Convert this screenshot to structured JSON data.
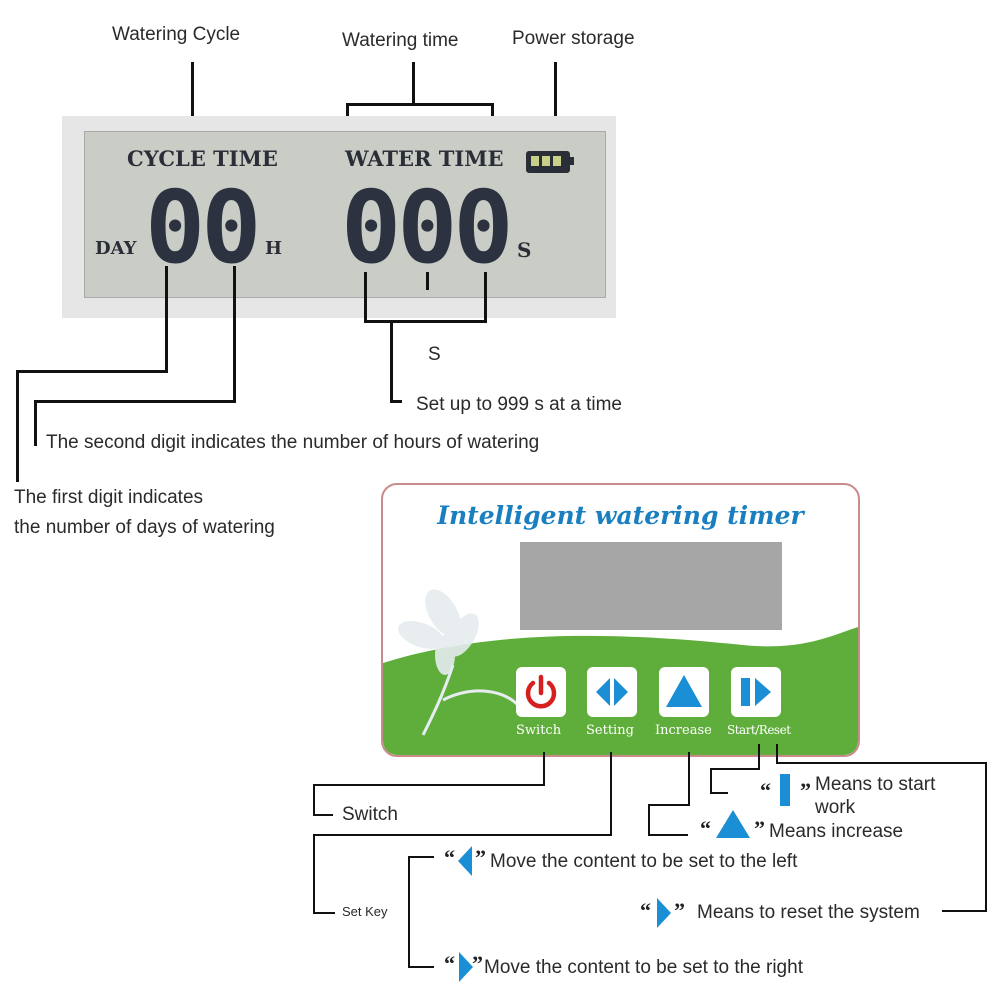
{
  "top_labels": {
    "watering_cycle": "Watering Cycle",
    "watering_time": "Watering time",
    "power_storage": "Power storage"
  },
  "lcd": {
    "cycle_time": "CYCLE TIME",
    "water_time": "WATER TIME",
    "day": "DAY",
    "h": "H",
    "s": "S",
    "cycle_digits": "00",
    "water_digits": "000"
  },
  "annotations": {
    "s_label": "S",
    "set_up": "Set up to 999 s at a time",
    "second_digit": "The second digit indicates the number of hours of watering",
    "first_digit_line1": "The first digit indicates",
    "first_digit_line2": "the number of days of watering"
  },
  "device": {
    "title": "Intelligent watering timer",
    "buttons": [
      "Switch",
      "Setting",
      "Increase",
      "Start/Reset"
    ]
  },
  "legend": {
    "switch": "Switch",
    "set_key": "Set Key",
    "start_work_1": "Means to start",
    "start_work_2": "work",
    "increase": "Means increase",
    "move_left": "Move the content to be set to the left",
    "reset": "Means to reset the system",
    "move_right": "Move the content to be set to the right"
  },
  "colors": {
    "accent_blue": "#1a8fd6",
    "power_red": "#d62020",
    "panel_green": "#5fae3c"
  }
}
